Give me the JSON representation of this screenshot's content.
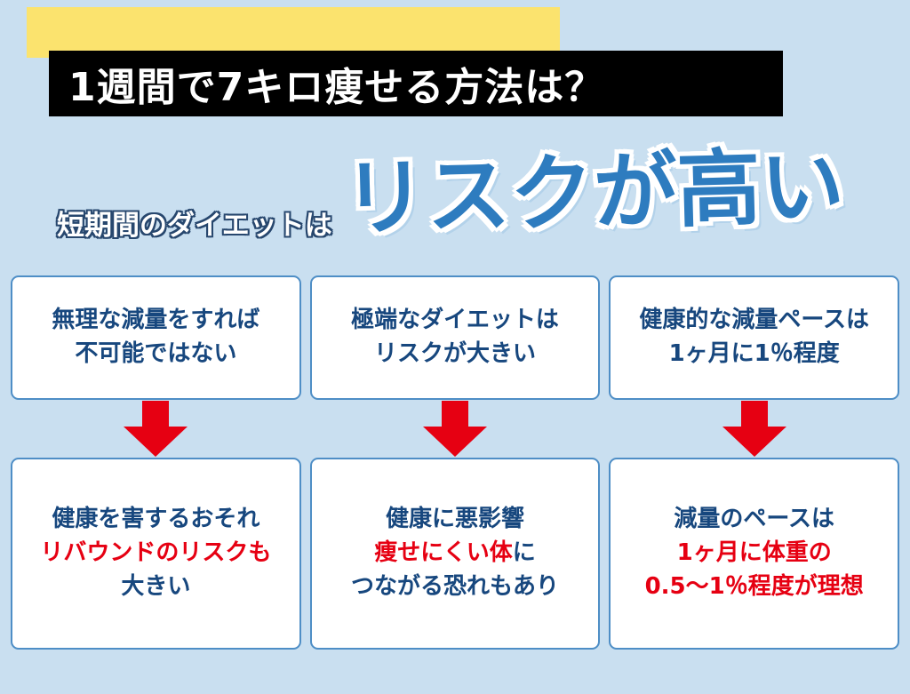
{
  "header": {
    "title": "1週間で7キロ痩せる方法は？"
  },
  "headline": {
    "prefix": "短期間のダイエットは",
    "main": "リスクが高い"
  },
  "columns": [
    {
      "top": {
        "line1": "無理な減量をすれば",
        "line2": "不可能ではない"
      },
      "bottom": {
        "line1": "健康を害するおそれ",
        "line2": "リバウンドのリスクも",
        "line3": "大きい"
      }
    },
    {
      "top": {
        "line1": "極端なダイエットは",
        "line2": "リスクが大きい"
      },
      "bottom": {
        "line1": "健康に悪影響",
        "line2_red": "痩せにくい体",
        "line2_blue": "に",
        "line3": "つながる恐れもあり"
      }
    },
    {
      "top": {
        "line1": "健康的な減量ペースは",
        "line2": "1ヶ月に1％程度"
      },
      "bottom": {
        "line1": "減量のペースは",
        "line2": "1ヶ月に体重の",
        "line3": "0.5〜1％程度が理想"
      }
    }
  ],
  "colors": {
    "background": "#c9dff0",
    "highlight_yellow": "#fbe36e",
    "title_bg": "#000000",
    "title_text": "#ffffff",
    "headline_blue": "#2e7cbf",
    "card_border": "#4e8ec6",
    "card_bg": "#ffffff",
    "text_navy": "#17477e",
    "accent_red": "#e60012"
  }
}
